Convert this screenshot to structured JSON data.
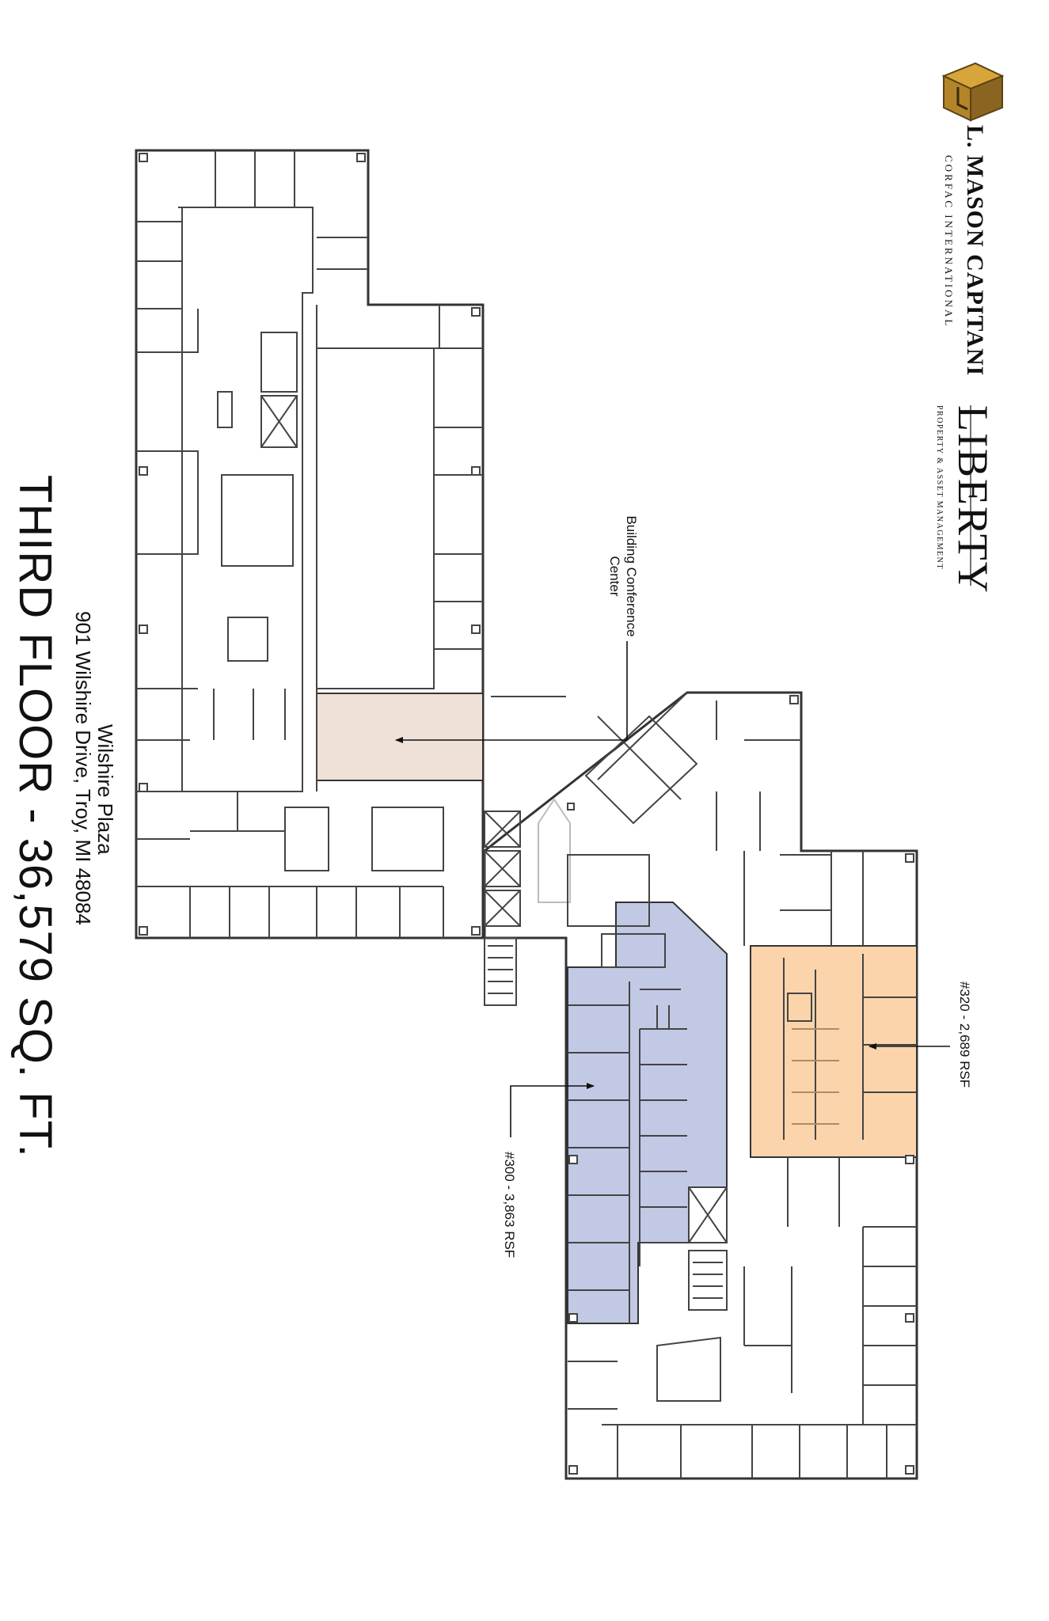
{
  "title": "THIRD FLOOR - 36,579 SQ. FT.",
  "building": {
    "name": "Wilshire Plaza",
    "address": "901 Wilshire Drive, Troy, MI 48084"
  },
  "labels": {
    "conference_center": "Building Conference Center",
    "suite_320": "#320 - 2,689 RSF",
    "suite_300": "#300 - 3,863 RSF"
  },
  "logos": {
    "lmc_name": "L. MASON CAPITANI",
    "lmc_sub": "CORFAC INTERNATIONAL",
    "liberty_name": "LIBERTY",
    "liberty_sub": "PROPERTY & ASSET MANAGEMENT"
  },
  "colors": {
    "conference_fill": "#efe1d7",
    "suite_320_fill": "#fbd4ab",
    "suite_300_fill": "#c2c9e4",
    "walls": "#333333",
    "logo_gold": "#c8962a"
  }
}
